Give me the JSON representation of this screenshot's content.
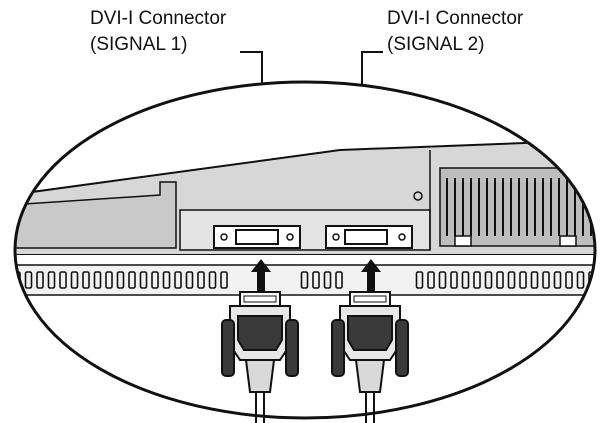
{
  "labels": {
    "connector_1": {
      "line1": "DVI-I Connector",
      "line2": "(SIGNAL 1)"
    },
    "connector_2": {
      "line1": "DVI-I Connector",
      "line2": "(SIGNAL 2)"
    }
  },
  "colors": {
    "ink": "#111111",
    "panel_fill": "#cfcfcf",
    "panel_light": "#e6e6e6",
    "cable_dark": "#3a3a3a",
    "background": "#ffffff"
  }
}
